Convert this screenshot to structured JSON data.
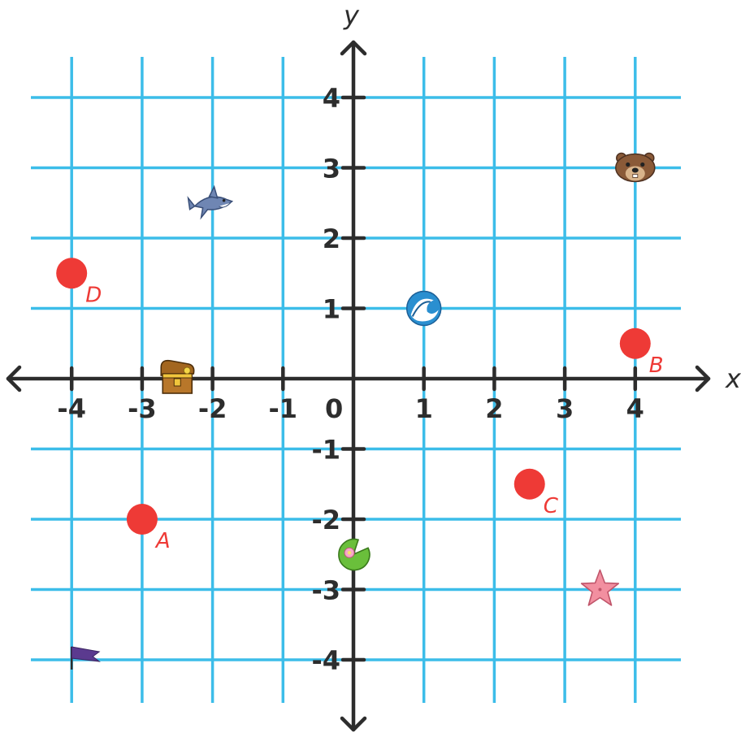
{
  "chart_data": {
    "type": "scatter",
    "xlabel": "x",
    "ylabel": "y",
    "xlim": [
      -4,
      4
    ],
    "ylim": [
      -4,
      4
    ],
    "grid": true,
    "x_ticks": [
      {
        "value": -4,
        "label": "-4"
      },
      {
        "value": -3,
        "label": "-3"
      },
      {
        "value": -2,
        "label": "-2"
      },
      {
        "value": -1,
        "label": "-1"
      },
      {
        "value": 1,
        "label": "1"
      },
      {
        "value": 2,
        "label": "2"
      },
      {
        "value": 3,
        "label": "3"
      },
      {
        "value": 4,
        "label": "4"
      }
    ],
    "y_ticks": [
      {
        "value": 4,
        "label": "4"
      },
      {
        "value": 3,
        "label": "3"
      },
      {
        "value": 2,
        "label": "2"
      },
      {
        "value": 1,
        "label": "1"
      },
      {
        "value": -1,
        "label": "-1"
      },
      {
        "value": -2,
        "label": "-2"
      },
      {
        "value": -3,
        "label": "-3"
      },
      {
        "value": -4,
        "label": "-4"
      }
    ],
    "origin_label": "0",
    "points": [
      {
        "label": "A",
        "x": -3,
        "y": -2,
        "color": "#ee3a36"
      },
      {
        "label": "B",
        "x": 4,
        "y": 0.5,
        "color": "#ee3a36"
      },
      {
        "label": "C",
        "x": 2.5,
        "y": -1.5,
        "color": "#ee3a36"
      },
      {
        "label": "D",
        "x": -4,
        "y": 1.5,
        "color": "#ee3a36"
      }
    ],
    "pictures": [
      {
        "icon": "shark-icon",
        "x": -2,
        "y": 2.5
      },
      {
        "icon": "otter-icon",
        "x": 4,
        "y": 3
      },
      {
        "icon": "wave-icon",
        "x": 1,
        "y": 1
      },
      {
        "icon": "treasure-chest-icon",
        "x": -2.5,
        "y": 0
      },
      {
        "icon": "lily-pad-icon",
        "x": 0,
        "y": -2.5
      },
      {
        "icon": "starfish-icon",
        "x": 3.5,
        "y": -3
      },
      {
        "icon": "flag-icon",
        "x": -4,
        "y": -4
      }
    ]
  },
  "colors": {
    "grid": "#3cbde9",
    "axis": "#2d2d2d",
    "point": "#ee3a36",
    "point_label": "#ee3a36"
  }
}
